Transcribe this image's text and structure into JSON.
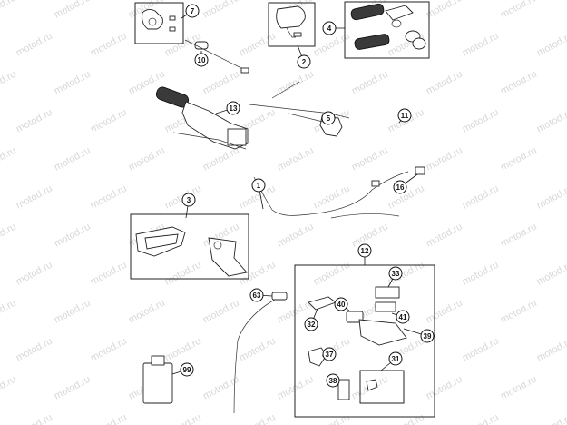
{
  "watermark": {
    "text": "motod.ru"
  },
  "callouts": [
    "1",
    "2",
    "3",
    "4",
    "5",
    "7",
    "10",
    "11",
    "12",
    "13",
    "16",
    "31",
    "32",
    "33",
    "37",
    "38",
    "39",
    "40",
    "41",
    "63",
    "99"
  ]
}
